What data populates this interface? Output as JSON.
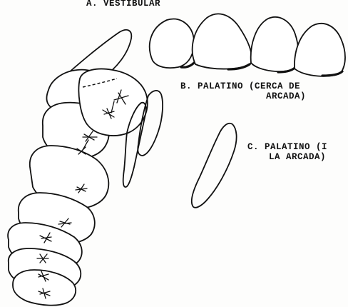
{
  "labels": {
    "a": "A. VESTIBULAR",
    "b_line1": "B. PALATINO (CERCA DE",
    "b_line2": "ARCADA)",
    "c_line1": "C. PALATINO (I",
    "c_line2": "LA ARCADA)"
  }
}
